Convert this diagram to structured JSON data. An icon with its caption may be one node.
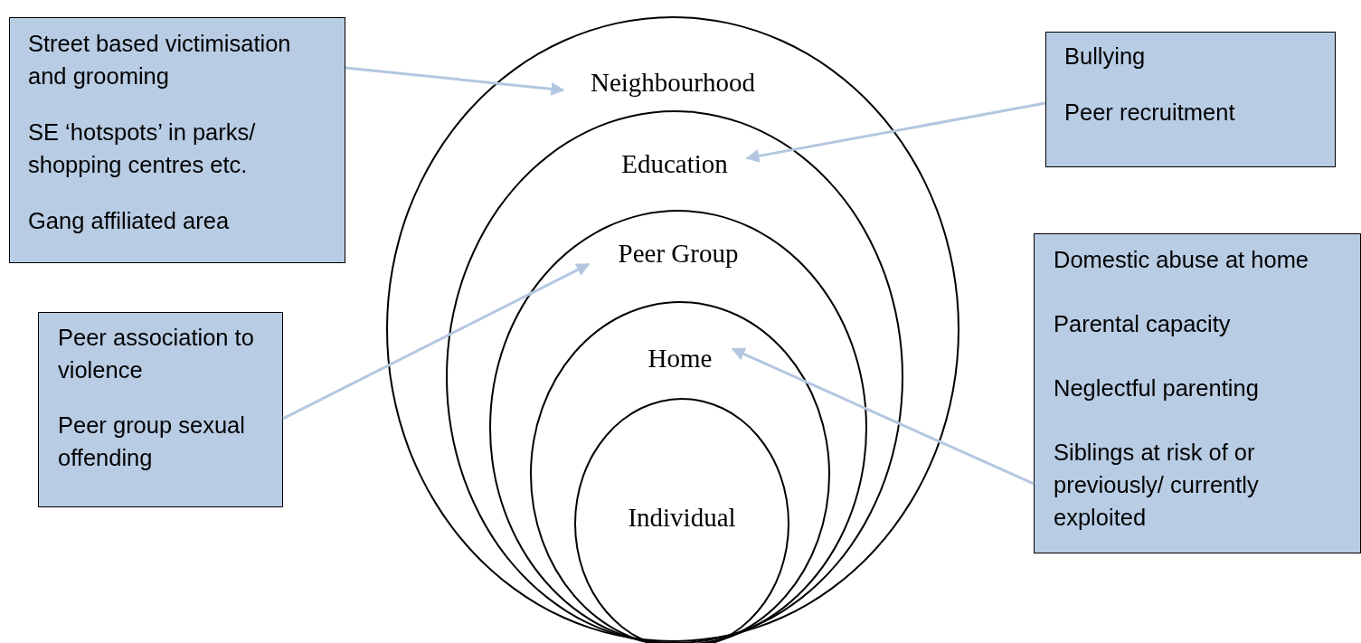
{
  "diagram": {
    "nodes": [
      {
        "text": [
          "Neighbourhood"
        ]
      },
      {
        "text": [
          "Education"
        ],
        "in": 0
      },
      {
        "text": [
          "Peer Group"
        ],
        "in": 1
      },
      {
        "text": [
          "Home"
        ],
        "in": 2
      },
      {
        "text": [
          "Individual"
        ],
        "in": 3
      },
      {
        "text": [
          "Street based victimisation and grooming",
          "SE ‘hotspots’ in parks/ shopping centres etc.",
          "Gang affiliated area"
        ]
      },
      {
        "text": [
          "Bullying",
          "Peer recruitment"
        ]
      },
      {
        "text": [
          "Peer association to violence",
          "Peer group sexual offending"
        ]
      },
      {
        "text": [
          "Domestic abuse at home",
          "Parental capacity",
          "Neglectful parenting",
          "Siblings at risk of or previously/ currently exploited"
        ]
      }
    ],
    "edges": [
      {
        "from": 5,
        "to": 0,
        "arrow": "to"
      },
      {
        "from": 6,
        "to": 1,
        "arrow": "to"
      },
      {
        "from": 7,
        "to": 2,
        "arrow": "to"
      },
      {
        "from": 8,
        "to": 3,
        "arrow": "to"
      }
    ]
  }
}
